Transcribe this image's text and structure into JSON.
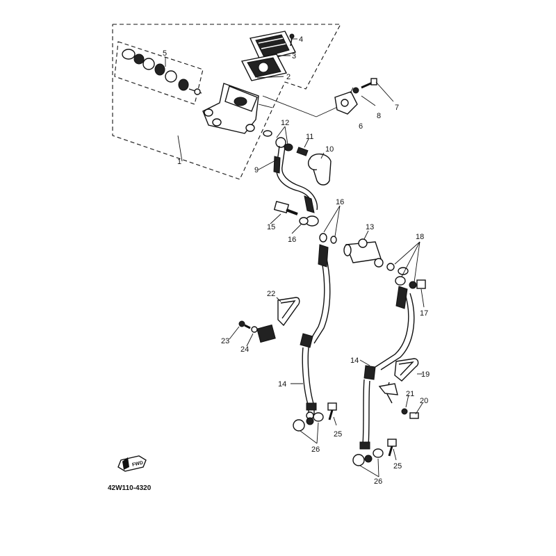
{
  "diagram": {
    "part_code": "42W110-4320",
    "fwd_label": "FWD",
    "callouts": [
      "1",
      "2",
      "3",
      "4",
      "5",
      "6",
      "7",
      "8",
      "9",
      "10",
      "11",
      "12",
      "13",
      "14",
      "14",
      "15",
      "16",
      "16",
      "17",
      "18",
      "19",
      "20",
      "21",
      "22",
      "23",
      "24",
      "25",
      "25",
      "26",
      "26"
    ]
  }
}
